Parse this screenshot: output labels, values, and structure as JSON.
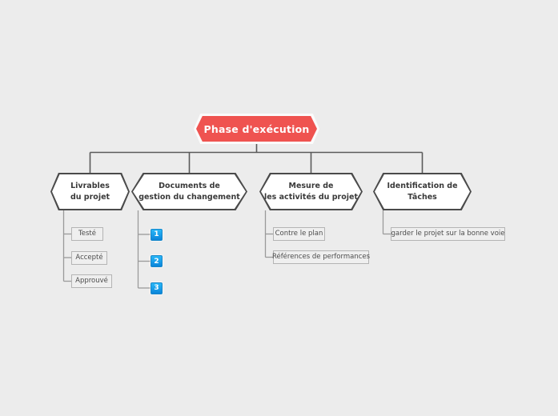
{
  "diagram": {
    "type": "mind-map",
    "background_color": "#ececec",
    "root": {
      "label": "Phase d'exécution",
      "fill_color": "#ef5350",
      "text_color": "#ffffff",
      "shape": "hexagon"
    },
    "branches": [
      {
        "id": "livrables",
        "label_line1": "Livrables",
        "label_line2": "du projet",
        "shape": "hexagon",
        "children": [
          {
            "type": "box",
            "label": "Testé"
          },
          {
            "type": "box",
            "label": "Accepté"
          },
          {
            "type": "box",
            "label": "Approuvé"
          }
        ]
      },
      {
        "id": "documents",
        "label_line1": "Documents de",
        "label_line2": "gestion du changement",
        "shape": "hexagon",
        "children": [
          {
            "type": "badge",
            "label": "1"
          },
          {
            "type": "badge",
            "label": "2"
          },
          {
            "type": "badge",
            "label": "3"
          }
        ]
      },
      {
        "id": "mesure",
        "label_line1": "Mesure de",
        "label_line2": "les activités du projet",
        "shape": "hexagon",
        "children": [
          {
            "type": "box",
            "label": "Contre le plan"
          },
          {
            "type": "box",
            "label": "Références de performances"
          }
        ]
      },
      {
        "id": "identification",
        "label_line1": "Identification de",
        "label_line2": "Tâches",
        "shape": "hexagon",
        "children": [
          {
            "type": "box",
            "label": "garder le projet sur la bonne voie"
          }
        ]
      }
    ],
    "connector_color": "#5a5a5a",
    "leaf_connector_color": "#9a9a9a",
    "badge_color": "#1ba2ec"
  }
}
